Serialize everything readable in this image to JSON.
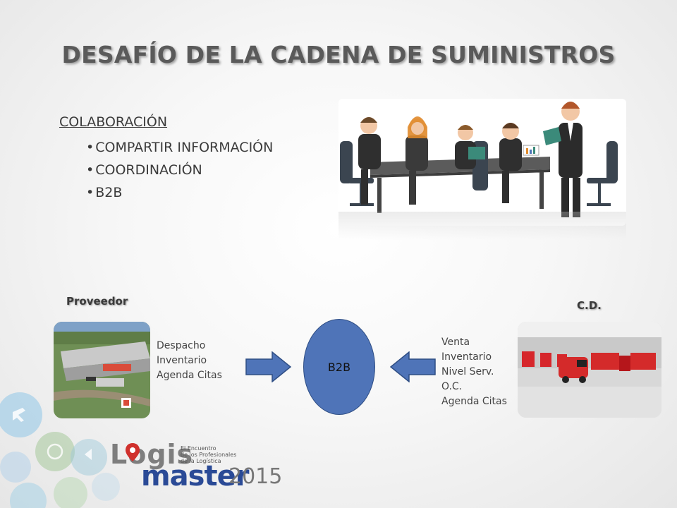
{
  "slide": {
    "title": "DESAFÍO DE LA CADENA DE SUMINISTROS",
    "section_heading": "COLABORACIÓN",
    "bullets": [
      "COMPARTIR INFORMACIÓN",
      "COORDINACIÓN",
      "B2B"
    ]
  },
  "diagram": {
    "left_label": "Proveedor",
    "right_label": "C.D.",
    "center_label": "B2B",
    "left_items": [
      "Despacho",
      "Inventario",
      "Agenda Citas"
    ],
    "right_items": [
      "Venta",
      "Inventario",
      "Nivel Serv.",
      "O.C.",
      "Agenda Citas"
    ]
  },
  "logo": {
    "brand_top": "Logis",
    "brand_bottom": "master",
    "year": "2015",
    "tagline": [
      "El Encuentro",
      "de los Profesionales",
      "de la Logística"
    ]
  },
  "colors": {
    "accent_blue": "#4f74b8",
    "logo_red": "#d0312d",
    "logo_blue": "#2a4a96"
  }
}
